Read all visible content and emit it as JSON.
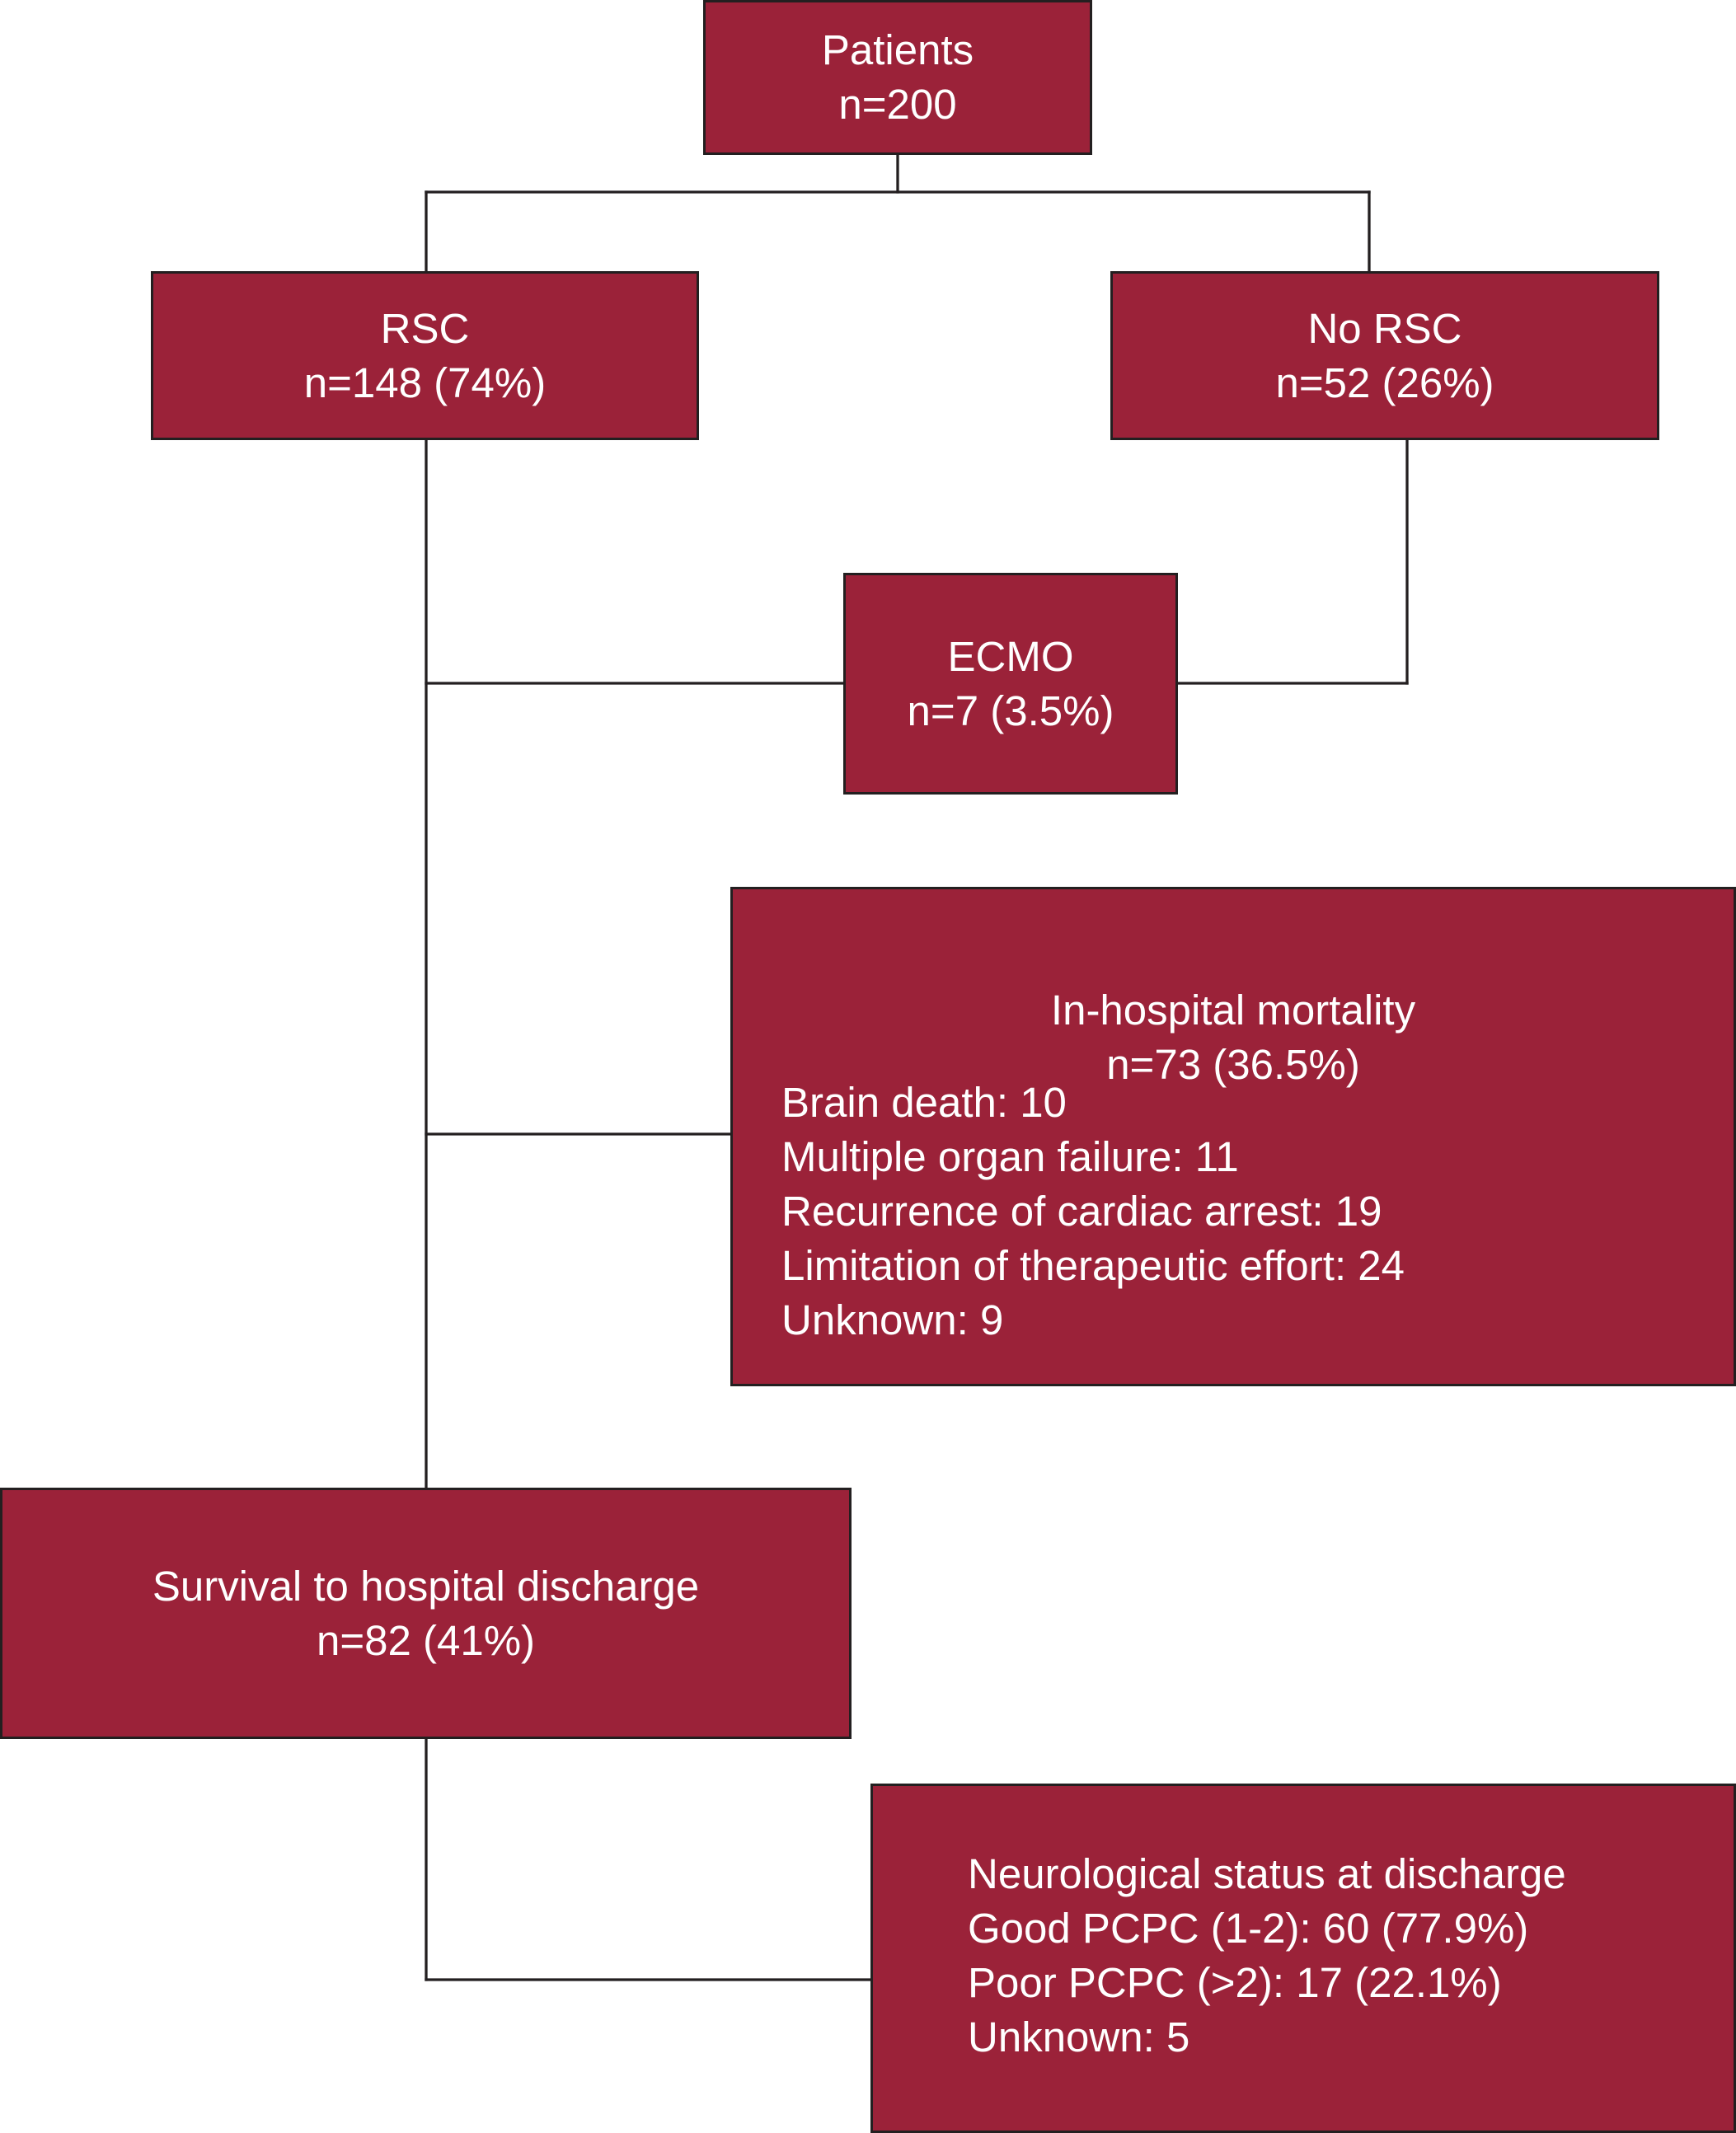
{
  "colors": {
    "box_fill": "#9b2239",
    "box_border": "#231f20",
    "connector": "#231f20",
    "text": "#ffffff"
  },
  "nodes": {
    "patients": {
      "title": "Patients",
      "count": "n=200"
    },
    "rsc": {
      "title": "RSC",
      "count": "n=148 (74%)"
    },
    "no_rsc": {
      "title": "No RSC",
      "count": "n=52 (26%)"
    },
    "ecmo": {
      "title": "ECMO",
      "count": "n=7 (3.5%)"
    },
    "mortality": {
      "title": "In-hospital mortality",
      "count": "n=73 (36.5%)",
      "causes": [
        "Brain death: 10",
        "Multiple organ failure: 11",
        "Recurrence of cardiac arrest: 19",
        "Limitation of therapeutic effort: 24",
        "Unknown: 9"
      ]
    },
    "survival": {
      "title": "Survival to hospital discharge",
      "count": "n=82 (41%)"
    },
    "neuro": {
      "title": "Neurological status at discharge",
      "lines": [
        "Good PCPC (1-2): 60 (77.9%)",
        "Poor PCPC (>2): 17 (22.1%)",
        "Unknown: 5"
      ]
    }
  }
}
